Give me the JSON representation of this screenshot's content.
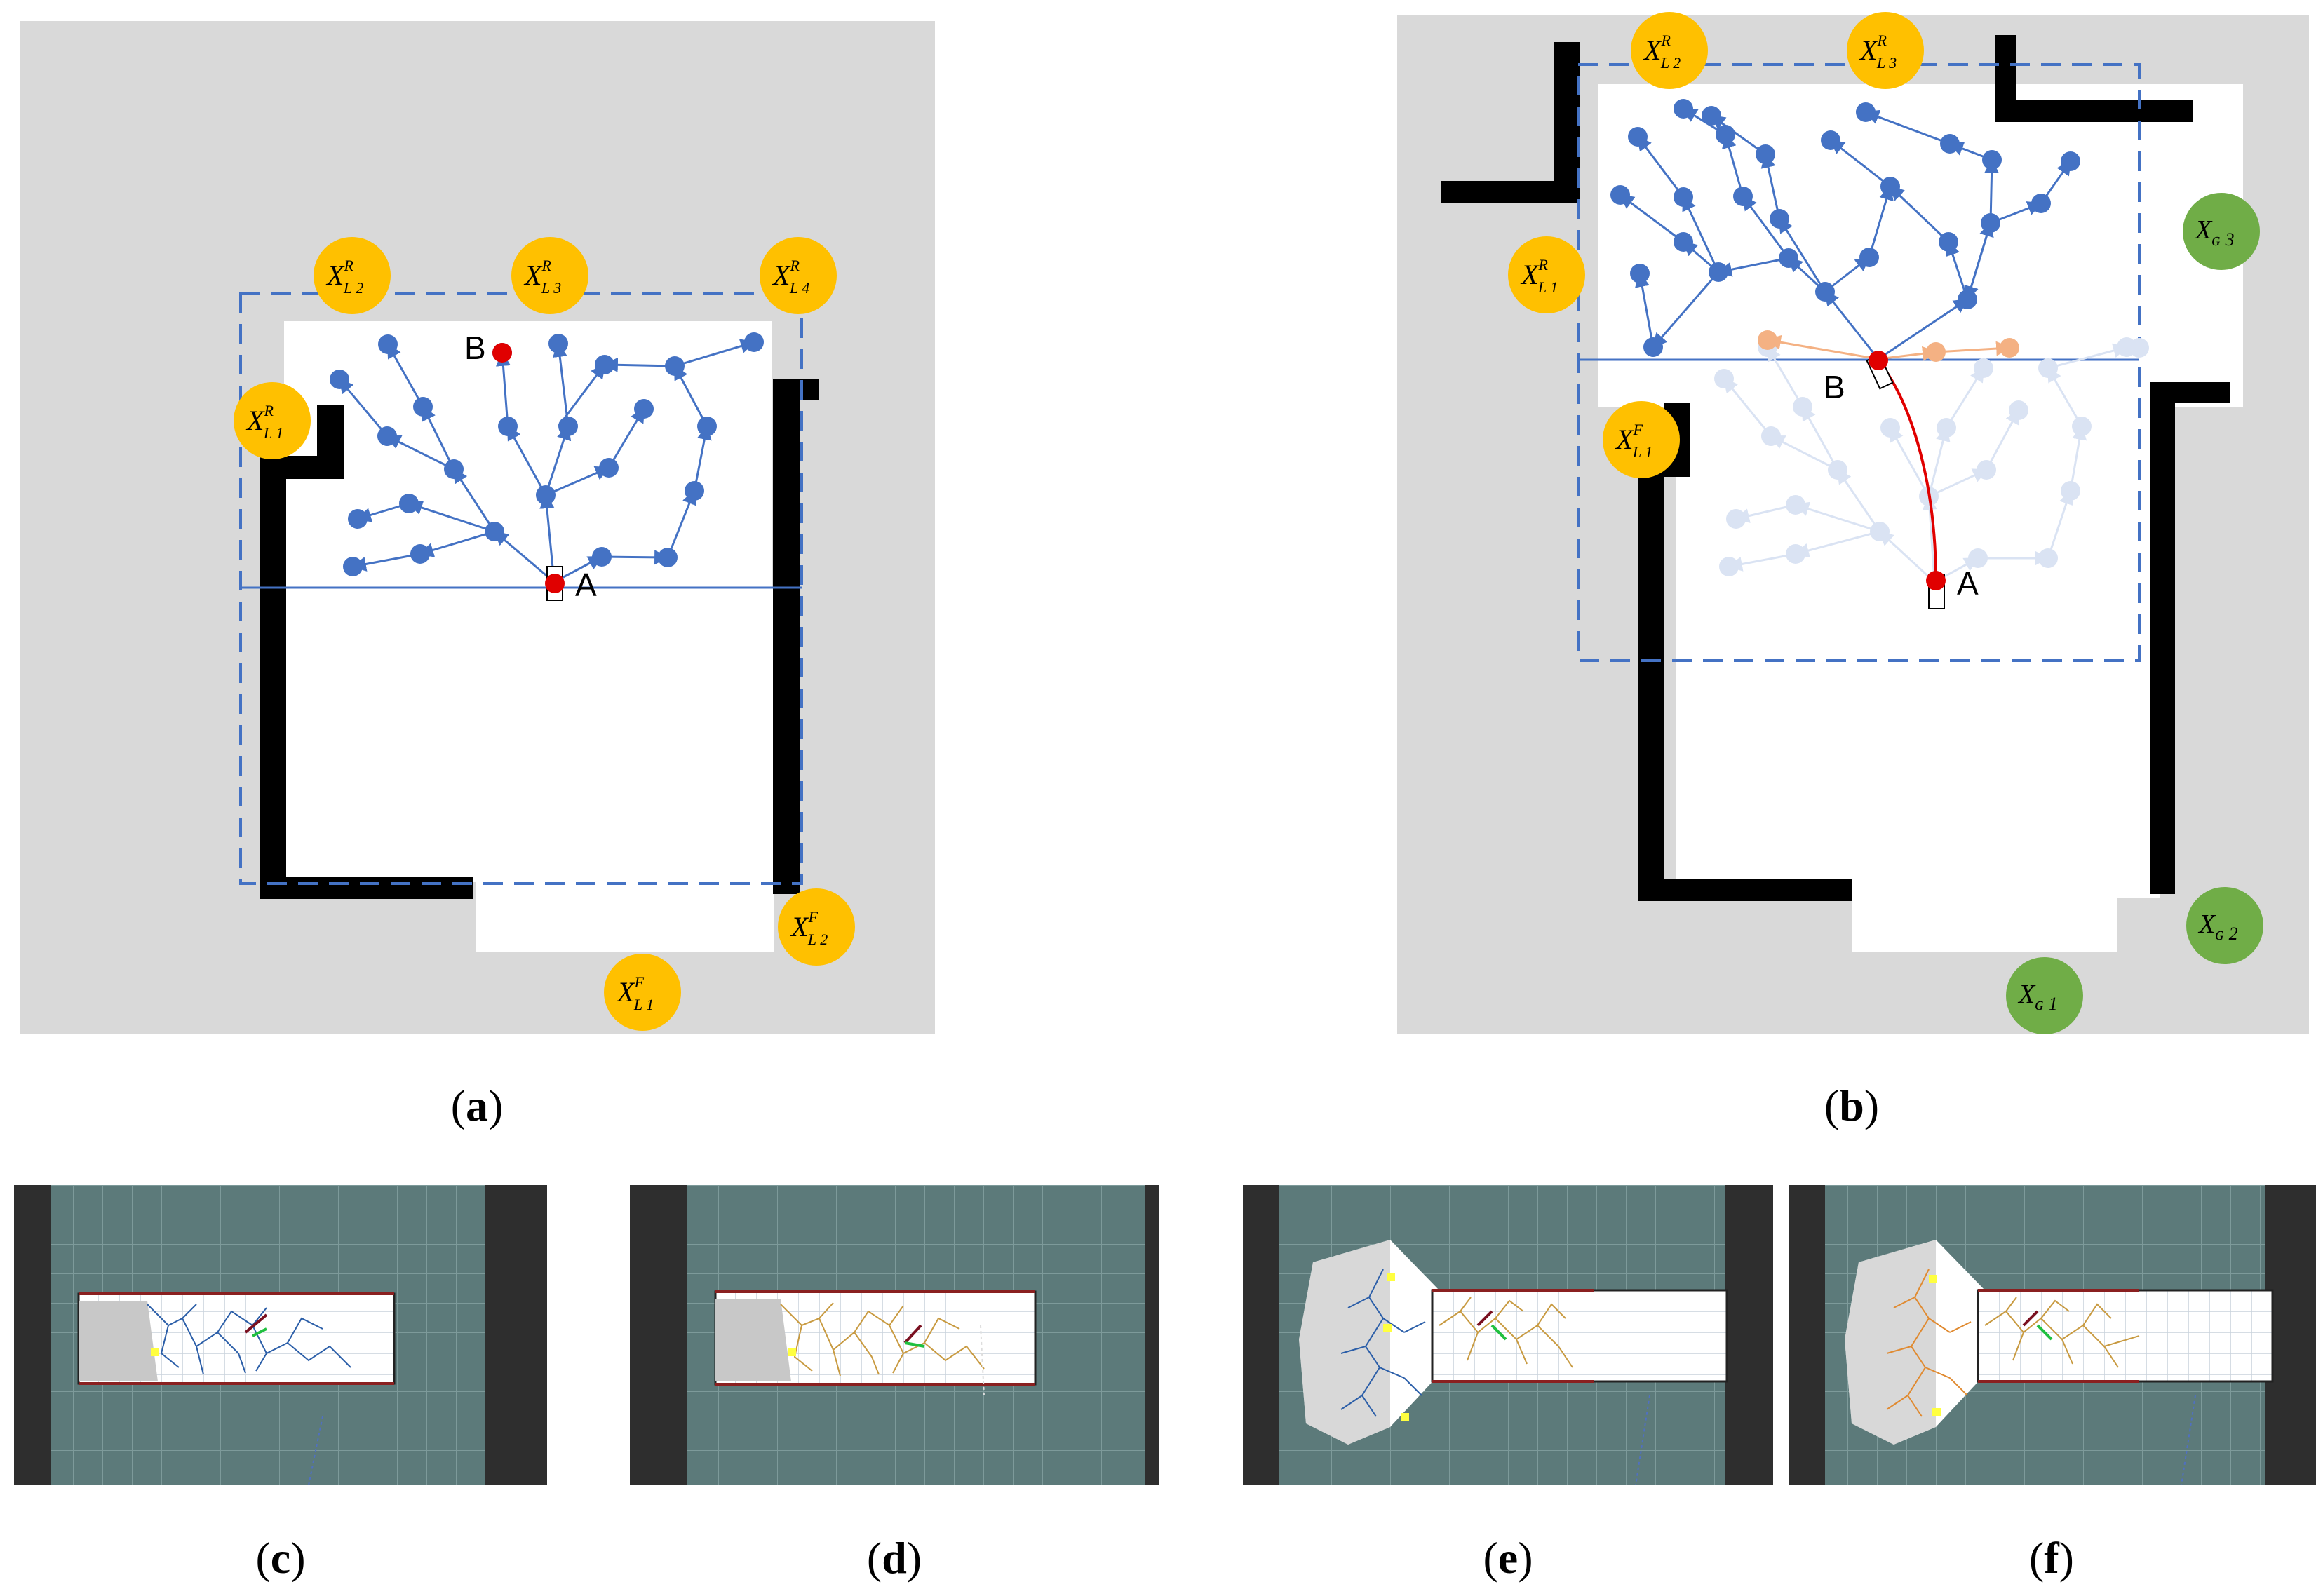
{
  "captions": {
    "a": "a",
    "b": "b",
    "c": "c",
    "d": "d",
    "e": "e",
    "f": "f"
  },
  "panel_a": {
    "labels": {
      "xl1r": {
        "base": "X",
        "sup": "R",
        "sub": "L 1"
      },
      "xl2r": {
        "base": "X",
        "sup": "R",
        "sub": "L 2"
      },
      "xl3r": {
        "base": "X",
        "sup": "R",
        "sub": "L 3"
      },
      "xl4r": {
        "base": "X",
        "sup": "R",
        "sub": "L 4"
      },
      "xl2f": {
        "base": "X",
        "sup": "F",
        "sub": "L 2"
      },
      "xl1f": {
        "base": "X",
        "sup": "F",
        "sub": "L 1"
      }
    },
    "point_a": "A",
    "point_b": "B"
  },
  "panel_b": {
    "labels": {
      "xl2r": {
        "base": "X",
        "sup": "R",
        "sub": "L 2"
      },
      "xl3r": {
        "base": "X",
        "sup": "R",
        "sub": "L 3"
      },
      "xl1r": {
        "base": "X",
        "sup": "R",
        "sub": "L 1"
      },
      "xl1f": {
        "base": "X",
        "sup": "F",
        "sub": "L 1"
      },
      "xg3": {
        "base": "X",
        "sub": "ɢ 3"
      },
      "xg2": {
        "base": "X",
        "sub": "ɢ 2"
      },
      "xg1": {
        "base": "X",
        "sub": "ɢ 1"
      }
    },
    "point_a": "A",
    "point_b": "B"
  },
  "colors": {
    "label_yellow": "#ffc000",
    "label_green": "#70ad47",
    "node_blue": "#4472c4",
    "node_orange": "#f4b183",
    "node_faded": "#dae3f3",
    "point_red": "#e00000",
    "wall": "#000000",
    "background_gray": "#d9d9d9",
    "sim_grid": "#5c7a7a",
    "sim_border": "#2e2e2e"
  }
}
